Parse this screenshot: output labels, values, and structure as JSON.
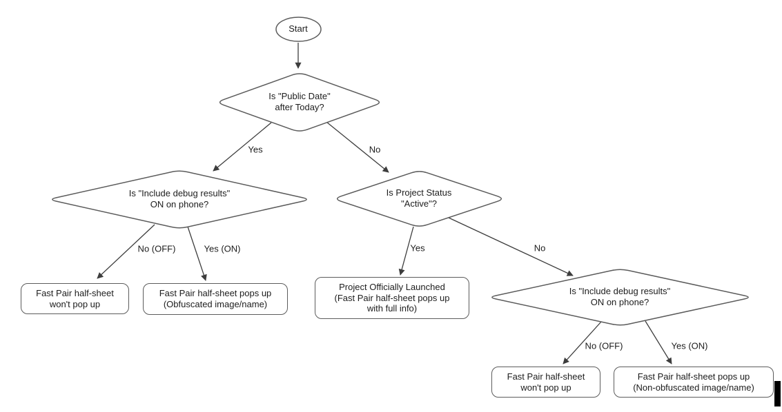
{
  "diagram": {
    "nodes": {
      "start": {
        "label": "Start"
      },
      "q_public_date": {
        "label": "Is \"Public Date\"\nafter Today?"
      },
      "q_debug_left": {
        "label": "Is \"Include debug results\"\nON on phone?"
      },
      "q_project_status": {
        "label": "Is Project Status\n\"Active\"?"
      },
      "q_debug_right": {
        "label": "Is \"Include debug results\"\nON on phone?"
      },
      "result_no_popup_left": {
        "label": "Fast Pair half-sheet\nwon't pop up"
      },
      "result_obfuscated": {
        "label": "Fast Pair half-sheet pops up\n(Obfuscated image/name)"
      },
      "result_launched": {
        "label": "Project Officially Launched\n(Fast Pair half-sheet pops up\nwith full info)"
      },
      "result_no_popup_right": {
        "label": "Fast Pair half-sheet\nwon't pop up"
      },
      "result_non_obfuscated": {
        "label": "Fast Pair half-sheet pops up\n(Non-obfuscated image/name)"
      }
    },
    "edge_labels": {
      "public_date_yes": "Yes",
      "public_date_no": "No",
      "debug_left_no": "No (OFF)",
      "debug_left_yes": "Yes (ON)",
      "project_status_yes": "Yes",
      "project_status_no": "No",
      "debug_right_no": "No (OFF)",
      "debug_right_yes": "Yes (ON)"
    },
    "colors": {
      "background": "#ffffff",
      "shape_stroke": "#5b5b5b",
      "edge_stroke": "#3d3d3d",
      "text": "#1c1c1c",
      "cursor_bar": "#000000"
    }
  }
}
